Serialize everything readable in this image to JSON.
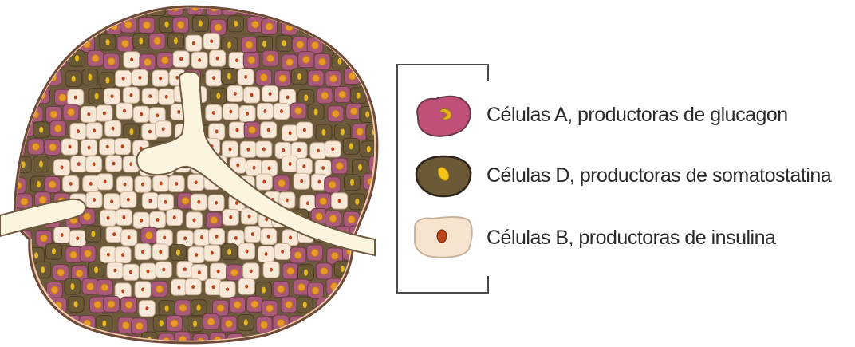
{
  "legend": {
    "items": [
      {
        "label": "Células A, productoras de glucagon",
        "icon": "alpha-cell-icon",
        "fill": "#c0507a",
        "nucleus": "#e8b020"
      },
      {
        "label": "Células D, productoras de somatostatina",
        "icon": "delta-cell-icon",
        "fill": "#6b5836",
        "nucleus": "#f2c21a"
      },
      {
        "label": "Células B, productoras de insulina",
        "icon": "beta-cell-icon",
        "fill": "#f6e3d0",
        "nucleus": "#b8441c"
      }
    ]
  },
  "colors": {
    "capsule": "#7a4f3a",
    "capillary": "#fbf5df",
    "stroma": "#6d5a3c"
  }
}
